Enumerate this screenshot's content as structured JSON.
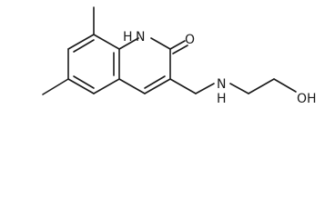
{
  "molecule": {
    "labels": {
      "nh_ring": "H",
      "n_ring": "N",
      "o_carbonyl": "O",
      "n_amine": "N",
      "h_amine": "H",
      "oh": "OH"
    }
  },
  "colors": {
    "bond": "#1a1a1a",
    "label": "#1a1a1a",
    "background": "#ffffff"
  }
}
